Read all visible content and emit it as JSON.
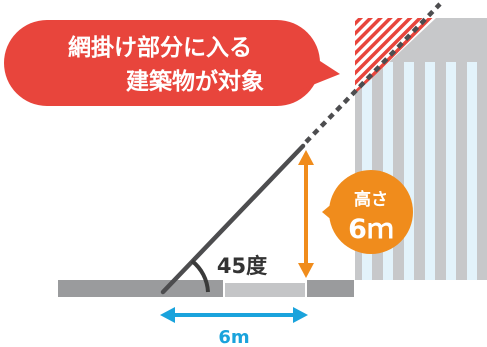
{
  "callout": {
    "line1": "網掛け部分に入る",
    "line2": "建築物が対象"
  },
  "height_badge": {
    "label": "高さ",
    "value": "6ｍ"
  },
  "angle_label": "45度",
  "distance_label": "6m",
  "colors": {
    "callout_red": "#e8453c",
    "hatch_red": "#e8453c",
    "building_gray": "#c7c8ca",
    "window_blue": "#e3f3fb",
    "ground_gray": "#9a9b9d",
    "line_dark": "#4d4d4f",
    "height_orange": "#f08c1c",
    "distance_blue": "#1aa3dc",
    "angle_dark": "#3a3a3a"
  }
}
